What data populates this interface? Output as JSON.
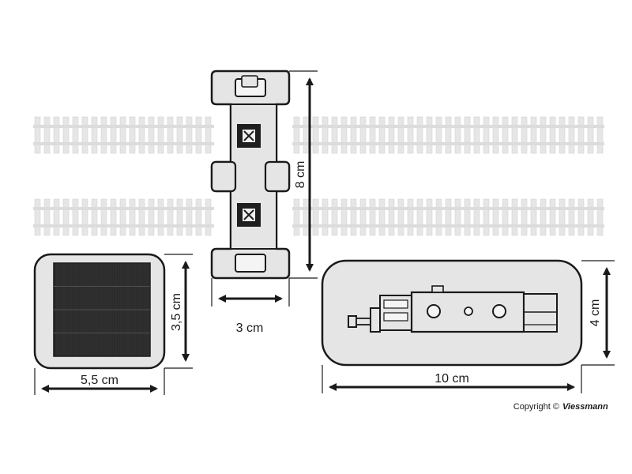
{
  "diagram": {
    "colors": {
      "track": "#e6e6e6",
      "track_edge": "#c8c8c8",
      "device_fill": "#e5e5e5",
      "outline": "#1a1a1a",
      "solar_cell": "#2b2b2b",
      "arrow": "#1a1a1a"
    },
    "dimensions": {
      "track_device_height": "8 cm",
      "track_device_width": "3 cm",
      "solar_panel_height": "3,5 cm",
      "solar_panel_width": "5,5 cm",
      "module_height": "4 cm",
      "module_length": "10 cm"
    },
    "copyright": {
      "prefix": "Copyright",
      "symbol": "©",
      "brand": "Viessmann"
    }
  }
}
